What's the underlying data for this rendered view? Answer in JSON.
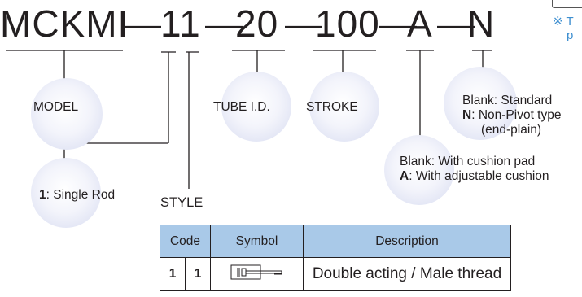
{
  "model_code": {
    "parts": [
      "MCKMI",
      "—",
      "11",
      "—",
      "20",
      "—",
      "100",
      "—",
      "A",
      "—",
      "N"
    ]
  },
  "note": {
    "line1": "※ T",
    "line2": "p"
  },
  "labels": {
    "model": "MODEL",
    "tube_id": "TUBE I.D.",
    "stroke": "STROKE",
    "style": "STYLE"
  },
  "style_option": {
    "code": "1",
    "desc": ": Single Rod"
  },
  "cushion": {
    "blank": "Blank: With cushion pad",
    "a_code": "A",
    "a_desc": ": With adjustable cushion"
  },
  "pivot": {
    "blank": "Blank: Standard",
    "n_code": "N",
    "n_desc": ": Non-Pivot type",
    "n_desc2": "(end-plain)"
  },
  "style_table": {
    "headers": [
      "Code",
      "Symbol",
      "Description"
    ],
    "rows": [
      {
        "code1": "1",
        "code2": "1",
        "symbol": "double-acting-male-thread-symbol",
        "description": "Double acting / Male thread"
      }
    ],
    "header_color": "#a9c9e8"
  },
  "colors": {
    "text": "#231f20",
    "note": "#3e8fd0",
    "circle": "#e3e6f5"
  }
}
